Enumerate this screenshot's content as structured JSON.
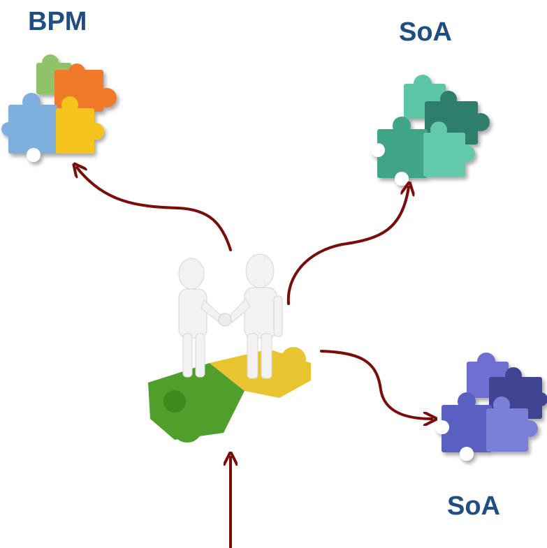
{
  "labels": {
    "bpm": "BPM",
    "soa_top": "SoA",
    "soa_bottom": "SoA"
  },
  "colors": {
    "label_text": "#1f4e85",
    "arrow": "#7a0c0c",
    "bpm_pieces": [
      "#8fc36b",
      "#f07a2a",
      "#7fb0dd",
      "#f6c21c"
    ],
    "soa_top_pieces": [
      "#5cc6a6",
      "#2e7e6c",
      "#3fa588",
      "#62c9ab"
    ],
    "soa_bottom_pieces": [
      "#6d6fd0",
      "#3f4592",
      "#5a5fc2",
      "#7a7fd8"
    ],
    "center_green": "#4f9f2a",
    "center_yellow": "#e8c530"
  },
  "icons": {
    "bpm_puzzle": "multicolor-puzzle-icon",
    "soa_top_puzzle": "teal-puzzle-icon",
    "soa_bottom_puzzle": "purple-puzzle-icon",
    "center": "handshake-on-puzzle-illustration"
  }
}
